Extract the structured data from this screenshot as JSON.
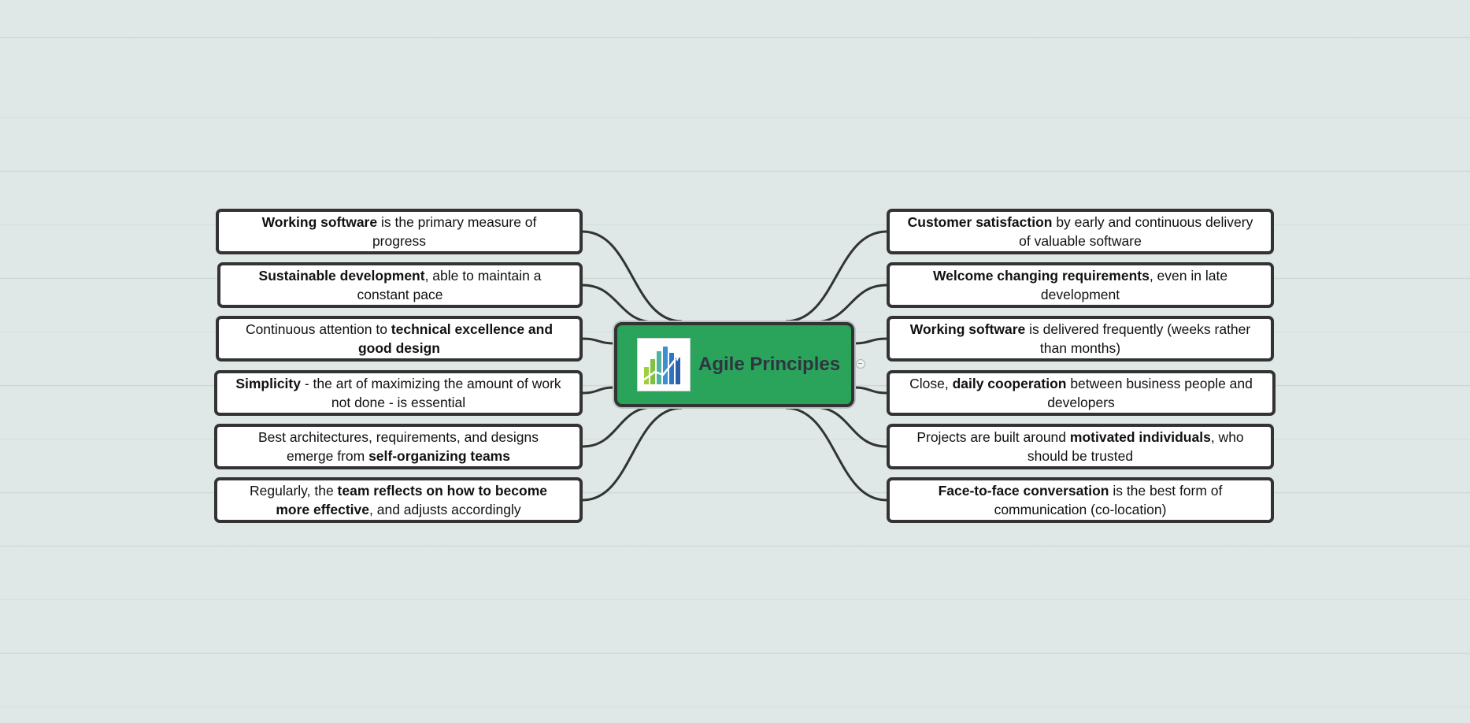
{
  "central": {
    "title": "Agile Principles",
    "logo": "bar-chart-logo-icon",
    "color": "#2aa35b"
  },
  "left_nodes": [
    {
      "id": "working-software-measure",
      "lines": [
        [
          {
            "t": "Working software",
            "b": true
          },
          {
            "t": " is the primary measure of",
            "b": false
          }
        ],
        [
          {
            "t": "progress",
            "b": false
          }
        ]
      ]
    },
    {
      "id": "sustainable-development",
      "lines": [
        [
          {
            "t": "Sustainable development",
            "b": true
          },
          {
            "t": ", able to maintain a",
            "b": false
          }
        ],
        [
          {
            "t": "constant pace",
            "b": false
          }
        ]
      ]
    },
    {
      "id": "technical-excellence",
      "lines": [
        [
          {
            "t": "Continuous attention to ",
            "b": false
          },
          {
            "t": "technical excellence and",
            "b": true
          }
        ],
        [
          {
            "t": "good design",
            "b": true
          }
        ]
      ]
    },
    {
      "id": "simplicity",
      "lines": [
        [
          {
            "t": "Simplicity",
            "b": true
          },
          {
            "t": " - the art of maximizing the amount of work",
            "b": false
          }
        ],
        [
          {
            "t": "not done - is essential",
            "b": false
          }
        ]
      ]
    },
    {
      "id": "self-organizing-teams",
      "lines": [
        [
          {
            "t": "Best architectures, requirements, and designs",
            "b": false
          }
        ],
        [
          {
            "t": "emerge from ",
            "b": false
          },
          {
            "t": "self-organizing teams",
            "b": true
          }
        ]
      ]
    },
    {
      "id": "team-reflects",
      "lines": [
        [
          {
            "t": "Regularly, the ",
            "b": false
          },
          {
            "t": "team reflects on how to become",
            "b": true
          }
        ],
        [
          {
            "t": "more effective",
            "b": true
          },
          {
            "t": ", and adjusts accordingly",
            "b": false
          }
        ]
      ]
    }
  ],
  "right_nodes": [
    {
      "id": "customer-satisfaction",
      "lines": [
        [
          {
            "t": "Customer satisfaction",
            "b": true
          },
          {
            "t": " by early and continuous delivery",
            "b": false
          }
        ],
        [
          {
            "t": "of valuable software",
            "b": false
          }
        ]
      ]
    },
    {
      "id": "welcome-changing-requirements",
      "lines": [
        [
          {
            "t": "Welcome changing requirements",
            "b": true
          },
          {
            "t": ", even in late",
            "b": false
          }
        ],
        [
          {
            "t": "development",
            "b": false
          }
        ]
      ]
    },
    {
      "id": "working-software-delivered",
      "lines": [
        [
          {
            "t": "Working software",
            "b": true
          },
          {
            "t": " is delivered frequently (weeks rather",
            "b": false
          }
        ],
        [
          {
            "t": "than months)",
            "b": false
          }
        ]
      ]
    },
    {
      "id": "daily-cooperation",
      "lines": [
        [
          {
            "t": "Close, ",
            "b": false
          },
          {
            "t": "daily cooperation",
            "b": true
          },
          {
            "t": " between business people and",
            "b": false
          }
        ],
        [
          {
            "t": "developers",
            "b": false
          }
        ]
      ]
    },
    {
      "id": "motivated-individuals",
      "lines": [
        [
          {
            "t": "Projects are built around ",
            "b": false
          },
          {
            "t": "motivated individuals",
            "b": true
          },
          {
            "t": ", who",
            "b": false
          }
        ],
        [
          {
            "t": "should be trusted",
            "b": false
          }
        ]
      ]
    },
    {
      "id": "face-to-face-conversation",
      "lines": [
        [
          {
            "t": "Face-to-face conversation",
            "b": true
          },
          {
            "t": " is the best form of",
            "b": false
          }
        ],
        [
          {
            "t": "communication (co-location)",
            "b": false
          }
        ]
      ]
    }
  ]
}
